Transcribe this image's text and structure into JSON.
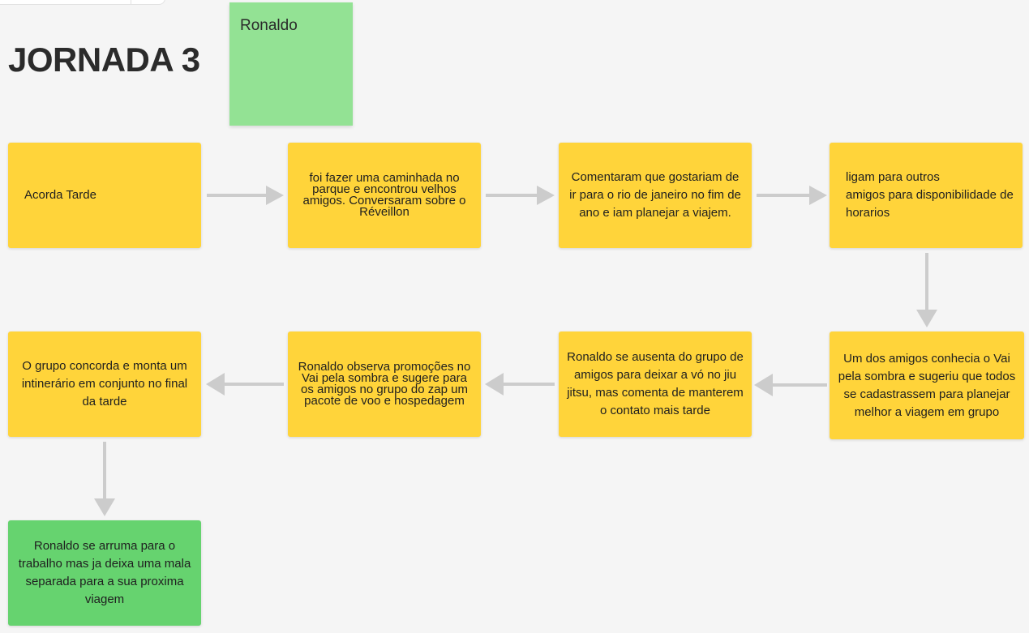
{
  "board": {
    "title": "JORNADA 3"
  },
  "persona": {
    "name": "Ronaldo",
    "color": "#93e294"
  },
  "colors": {
    "step": "#ffd43a",
    "final_step": "#66d36f",
    "arrow": "#cccccc"
  },
  "steps": [
    {
      "text": "Acorda Tarde"
    },
    {
      "text": "foi fazer uma caminhada no parque e encontrou velhos amigos. Conversaram sobre o Réveillon"
    },
    {
      "text": "Comentaram que gostariam de ir para o rio de janeiro no fim de ano e iam planejar a viajem."
    },
    {
      "text": "ligam para outros\namigos para disponibilidade de horarios"
    },
    {
      "text": "Um dos amigos conhecia o Vai pela sombra e sugeriu que todos se cadastrassem para planejar melhor a viagem em grupo"
    },
    {
      "text": "Ronaldo se ausenta do grupo de amigos para deixar a vó no jiu jitsu, mas comenta de manterem o contato mais tarde"
    },
    {
      "text": "Ronaldo observa promoções no Vai pela sombra e sugere para os amigos no grupo do zap um pacote de voo e hospedagem"
    },
    {
      "text": "O grupo concorda e monta um intinerário em conjunto no final da tarde"
    },
    {
      "text": "Ronaldo se arruma para o trabalho mas ja deixa uma mala separada para a sua proxima viagem"
    }
  ]
}
